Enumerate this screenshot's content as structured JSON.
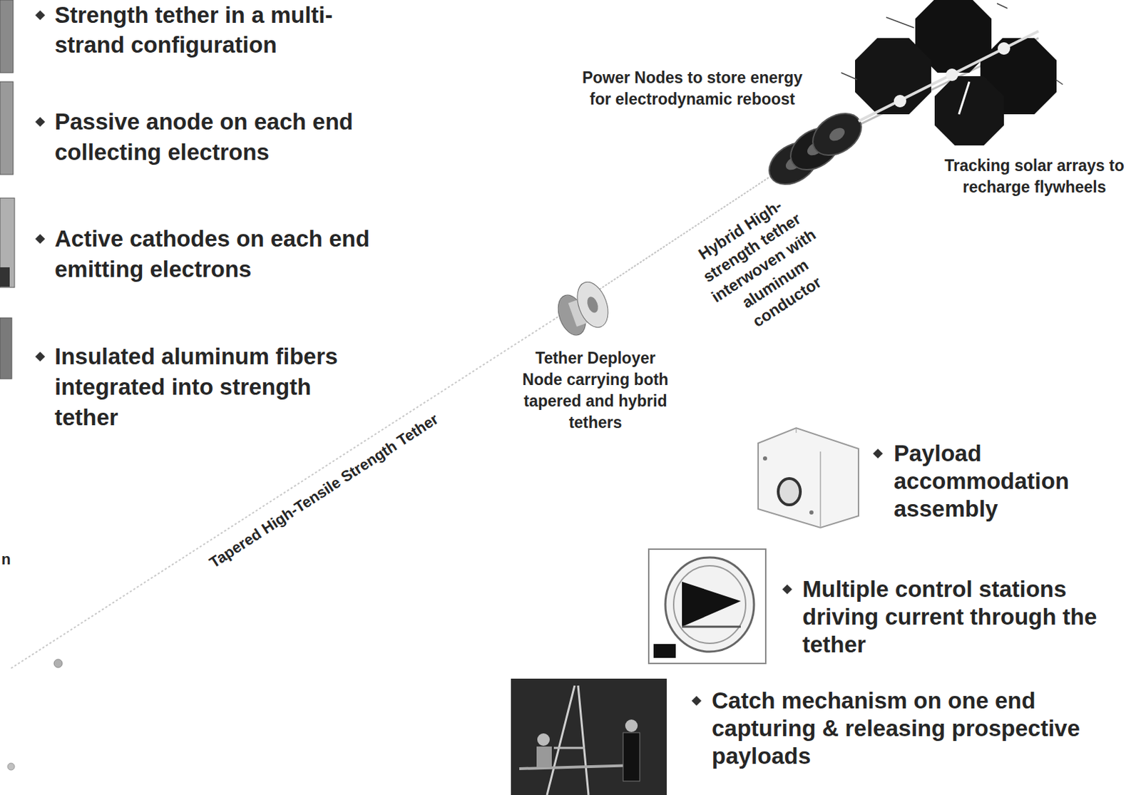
{
  "diagram": {
    "labels": [
      "Strength tether in a multi-strand configuration",
      "Passive anode on each end collecting electrons",
      "Active cathodes on each end emitting electrons",
      "Insulated aluminum fibers integrated into strength tether",
      "Power Nodes to store energy for electrodynamic reboost",
      "Tracking solar arrays to recharge flywheels",
      "Hybrid High-strength tether interwoven with aluminum conductor",
      "Tether Deployer Node carrying both tapered and hybrid tethers",
      "Tapered High-Tensile Strength Tether",
      "Payload accommodation assembly",
      "Multiple control stations driving current through the tether",
      "Catch mechanism on one end capturing & releasing prospective payloads",
      "n"
    ]
  }
}
